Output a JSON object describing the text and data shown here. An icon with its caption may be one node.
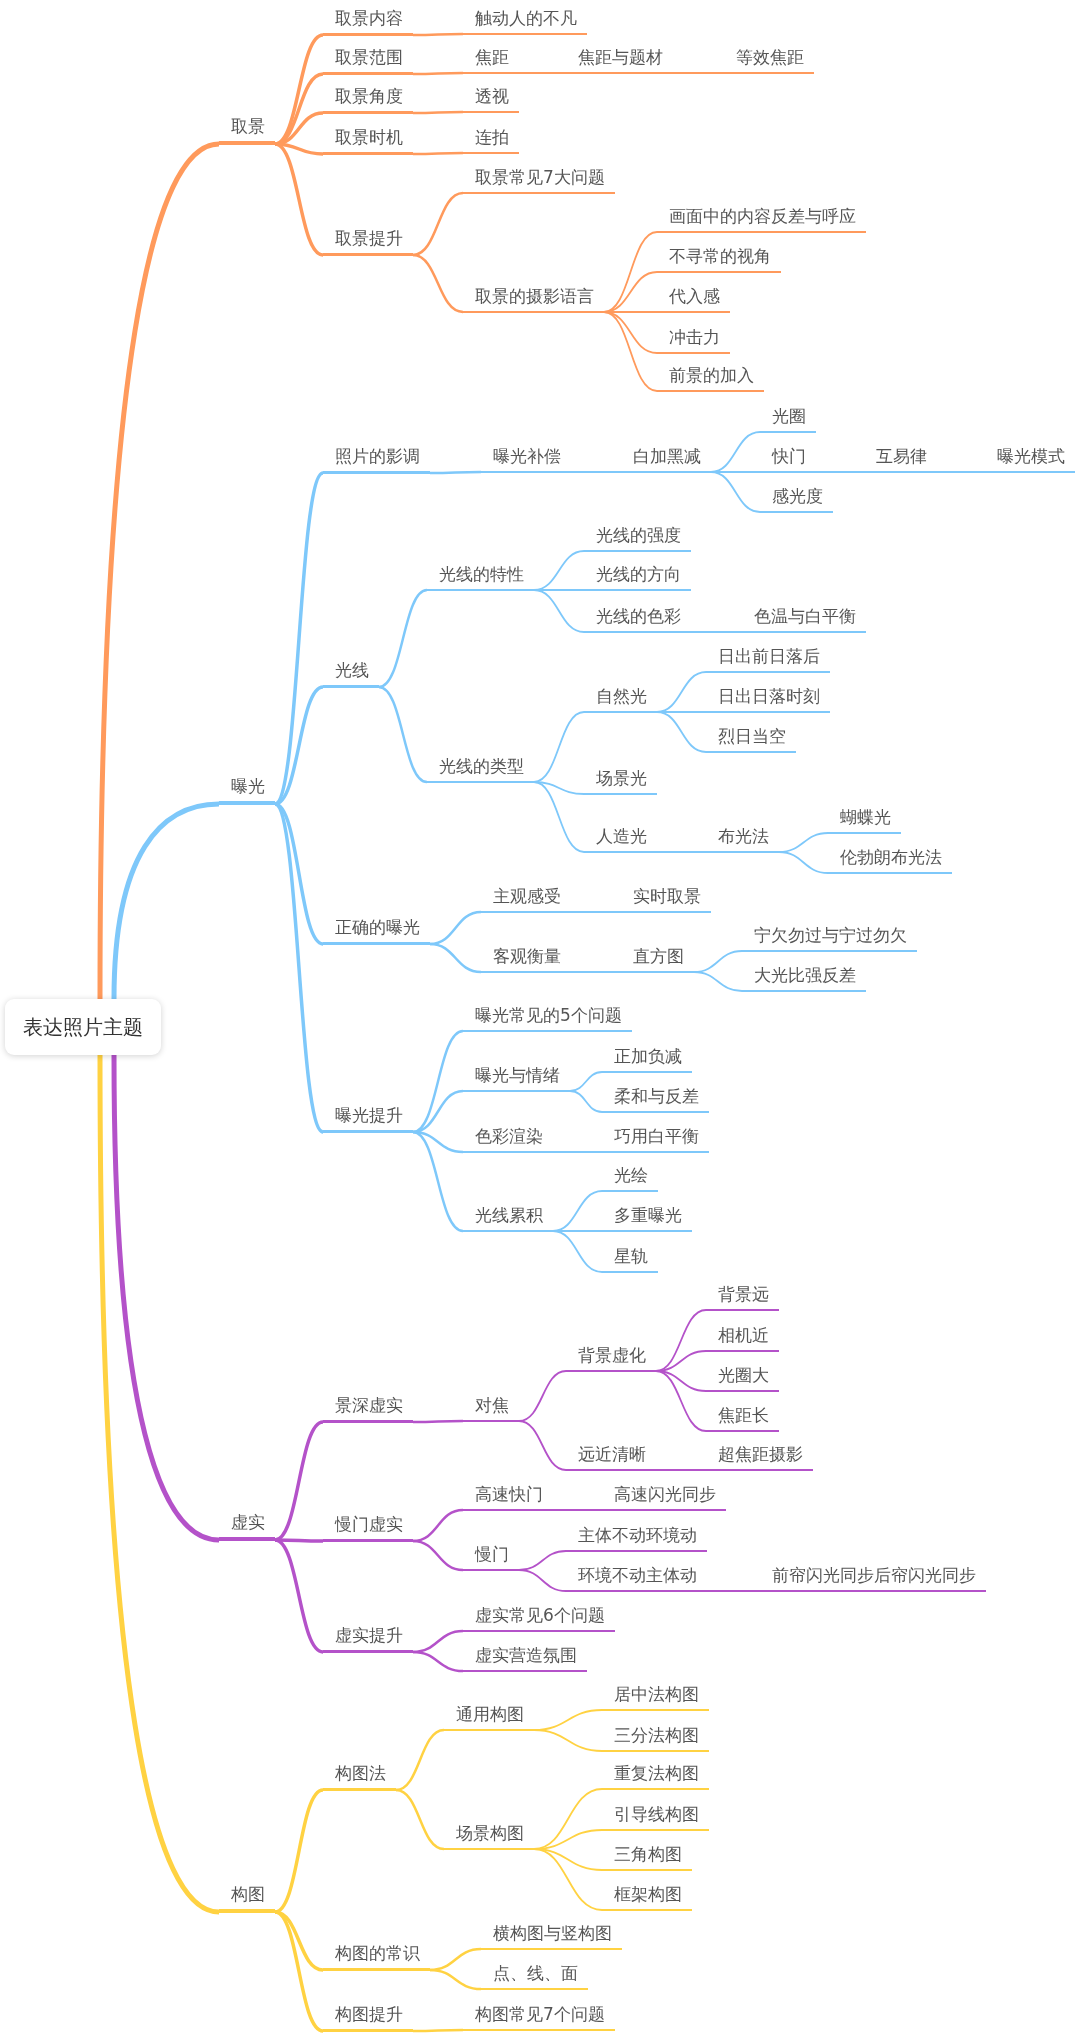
{
  "diagram": {
    "nodes": [
      {
        "text": [
          "表达照片主题"
        ]
      },
      {
        "text": [
          "取景"
        ]
      },
      {
        "text": [
          "取景内容"
        ]
      },
      {
        "text": [
          "触动人的不凡"
        ]
      },
      {
        "text": [
          "取景范围"
        ]
      },
      {
        "text": [
          "焦距"
        ]
      },
      {
        "text": [
          "焦距与题材"
        ]
      },
      {
        "text": [
          "等效焦距"
        ]
      },
      {
        "text": [
          "取景角度"
        ]
      },
      {
        "text": [
          "透视"
        ]
      },
      {
        "text": [
          "取景时机"
        ]
      },
      {
        "text": [
          "连拍"
        ]
      },
      {
        "text": [
          "取景提升"
        ]
      },
      {
        "text": [
          "取景常见7大问题"
        ]
      },
      {
        "text": [
          "取景的摄影语言"
        ]
      },
      {
        "text": [
          "画面中的内容反差与呼应"
        ]
      },
      {
        "text": [
          "不寻常的视角"
        ]
      },
      {
        "text": [
          "代入感"
        ]
      },
      {
        "text": [
          "冲击力"
        ]
      },
      {
        "text": [
          "前景的加入"
        ]
      },
      {
        "text": [
          "曝光"
        ]
      },
      {
        "text": [
          "照片的影调"
        ]
      },
      {
        "text": [
          "曝光补偿"
        ]
      },
      {
        "text": [
          "白加黑减"
        ]
      },
      {
        "text": [
          "光圈"
        ]
      },
      {
        "text": [
          "快门"
        ]
      },
      {
        "text": [
          "互易律"
        ]
      },
      {
        "text": [
          "曝光模式"
        ]
      },
      {
        "text": [
          "感光度"
        ]
      },
      {
        "text": [
          "光线"
        ]
      },
      {
        "text": [
          "光线的特性"
        ]
      },
      {
        "text": [
          "光线的强度"
        ]
      },
      {
        "text": [
          "光线的方向"
        ]
      },
      {
        "text": [
          "光线的色彩"
        ]
      },
      {
        "text": [
          "色温与白平衡"
        ]
      },
      {
        "text": [
          "光线的类型"
        ]
      },
      {
        "text": [
          "自然光"
        ]
      },
      {
        "text": [
          "日出前日落后"
        ]
      },
      {
        "text": [
          "日出日落时刻"
        ]
      },
      {
        "text": [
          "烈日当空"
        ]
      },
      {
        "text": [
          "场景光"
        ]
      },
      {
        "text": [
          "人造光"
        ]
      },
      {
        "text": [
          "布光法"
        ]
      },
      {
        "text": [
          "蝴蝶光"
        ]
      },
      {
        "text": [
          "伦勃朗布光法"
        ]
      },
      {
        "text": [
          "正确的曝光"
        ]
      },
      {
        "text": [
          "主观感受"
        ]
      },
      {
        "text": [
          "实时取景"
        ]
      },
      {
        "text": [
          "客观衡量"
        ]
      },
      {
        "text": [
          "直方图"
        ]
      },
      {
        "text": [
          "宁欠勿过与宁过勿欠"
        ]
      },
      {
        "text": [
          "大光比强反差"
        ]
      },
      {
        "text": [
          "曝光提升"
        ]
      },
      {
        "text": [
          "曝光常见的5个问题"
        ]
      },
      {
        "text": [
          "曝光与情绪"
        ]
      },
      {
        "text": [
          "正加负减"
        ]
      },
      {
        "text": [
          "柔和与反差"
        ]
      },
      {
        "text": [
          "色彩渲染"
        ]
      },
      {
        "text": [
          "巧用白平衡"
        ]
      },
      {
        "text": [
          "光线累积"
        ]
      },
      {
        "text": [
          "光绘"
        ]
      },
      {
        "text": [
          "多重曝光"
        ]
      },
      {
        "text": [
          "星轨"
        ]
      },
      {
        "text": [
          "虚实"
        ]
      },
      {
        "text": [
          "景深虚实"
        ]
      },
      {
        "text": [
          "对焦"
        ]
      },
      {
        "text": [
          "背景虚化"
        ]
      },
      {
        "text": [
          "背景远"
        ]
      },
      {
        "text": [
          "相机近"
        ]
      },
      {
        "text": [
          "光圈大"
        ]
      },
      {
        "text": [
          "焦距长"
        ]
      },
      {
        "text": [
          "远近清晰"
        ]
      },
      {
        "text": [
          "超焦距摄影"
        ]
      },
      {
        "text": [
          "慢门虚实"
        ]
      },
      {
        "text": [
          "高速快门"
        ]
      },
      {
        "text": [
          "高速闪光同步"
        ]
      },
      {
        "text": [
          "慢门"
        ]
      },
      {
        "text": [
          "主体不动环境动"
        ]
      },
      {
        "text": [
          "环境不动主体动"
        ]
      },
      {
        "text": [
          "前帘闪光同步后帘闪光同步"
        ]
      },
      {
        "text": [
          "虚实提升"
        ]
      },
      {
        "text": [
          "虚实常见6个问题"
        ]
      },
      {
        "text": [
          "虚实营造氛围"
        ]
      },
      {
        "text": [
          "构图"
        ]
      },
      {
        "text": [
          "构图法"
        ]
      },
      {
        "text": [
          "通用构图"
        ]
      },
      {
        "text": [
          "居中法构图"
        ]
      },
      {
        "text": [
          "三分法构图"
        ]
      },
      {
        "text": [
          "场景构图"
        ]
      },
      {
        "text": [
          "重复法构图"
        ]
      },
      {
        "text": [
          "引导线构图"
        ]
      },
      {
        "text": [
          "三角构图"
        ]
      },
      {
        "text": [
          "框架构图"
        ]
      },
      {
        "text": [
          "构图的常识"
        ]
      },
      {
        "text": [
          "横构图与竖构图"
        ]
      },
      {
        "text": [
          "点、线、面"
        ]
      },
      {
        "text": [
          "构图提升"
        ]
      },
      {
        "text": [
          "构图常见7个问题"
        ]
      }
    ],
    "edges": [
      {
        "from": 0,
        "to": 1,
        "arrow": "none",
        "style": "thick",
        "color": "#ff9a5c"
      },
      {
        "from": 1,
        "to": 2,
        "arrow": "none",
        "color": "#ff9a5c"
      },
      {
        "from": 2,
        "to": 3,
        "arrow": "none",
        "color": "#ff9a5c"
      },
      {
        "from": 1,
        "to": 4,
        "arrow": "none",
        "color": "#ff9a5c"
      },
      {
        "from": 4,
        "to": 5,
        "arrow": "none",
        "color": "#ff9a5c"
      },
      {
        "from": 5,
        "to": 6,
        "arrow": "none",
        "color": "#ff9a5c"
      },
      {
        "from": 6,
        "to": 7,
        "arrow": "none",
        "color": "#ff9a5c"
      },
      {
        "from": 1,
        "to": 8,
        "arrow": "none",
        "color": "#ff9a5c"
      },
      {
        "from": 8,
        "to": 9,
        "arrow": "none",
        "color": "#ff9a5c"
      },
      {
        "from": 1,
        "to": 10,
        "arrow": "none",
        "color": "#ff9a5c"
      },
      {
        "from": 10,
        "to": 11,
        "arrow": "none",
        "color": "#ff9a5c"
      },
      {
        "from": 1,
        "to": 12,
        "arrow": "none",
        "color": "#ff9a5c"
      },
      {
        "from": 12,
        "to": 13,
        "arrow": "none",
        "color": "#ff9a5c"
      },
      {
        "from": 12,
        "to": 14,
        "arrow": "none",
        "color": "#ff9a5c"
      },
      {
        "from": 14,
        "to": 15,
        "arrow": "none",
        "color": "#ff9a5c"
      },
      {
        "from": 14,
        "to": 16,
        "arrow": "none",
        "color": "#ff9a5c"
      },
      {
        "from": 14,
        "to": 17,
        "arrow": "none",
        "color": "#ff9a5c"
      },
      {
        "from": 14,
        "to": 18,
        "arrow": "none",
        "color": "#ff9a5c"
      },
      {
        "from": 14,
        "to": 19,
        "arrow": "none",
        "color": "#ff9a5c"
      },
      {
        "from": 0,
        "to": 20,
        "arrow": "none",
        "style": "thick"
      },
      {
        "from": 20,
        "to": 21,
        "arrow": "none"
      },
      {
        "from": 21,
        "to": 22,
        "arrow": "none"
      },
      {
        "from": 22,
        "to": 23,
        "arrow": "none"
      },
      {
        "from": 23,
        "to": 24,
        "arrow": "none"
      },
      {
        "from": 23,
        "to": 25,
        "arrow": "none"
      },
      {
        "from": 25,
        "to": 26,
        "arrow": "none"
      },
      {
        "from": 26,
        "to": 27,
        "arrow": "none"
      },
      {
        "from": 23,
        "to": 28,
        "arrow": "none"
      },
      {
        "from": 20,
        "to": 29,
        "arrow": "none"
      },
      {
        "from": 29,
        "to": 30,
        "arrow": "none"
      },
      {
        "from": 30,
        "to": 31,
        "arrow": "none"
      },
      {
        "from": 30,
        "to": 32,
        "arrow": "none"
      },
      {
        "from": 30,
        "to": 33,
        "arrow": "none"
      },
      {
        "from": 33,
        "to": 34,
        "arrow": "none"
      },
      {
        "from": 29,
        "to": 35,
        "arrow": "none"
      },
      {
        "from": 35,
        "to": 36,
        "arrow": "none"
      },
      {
        "from": 36,
        "to": 37,
        "arrow": "none"
      },
      {
        "from": 36,
        "to": 38,
        "arrow": "none"
      },
      {
        "from": 36,
        "to": 39,
        "arrow": "none"
      },
      {
        "from": 35,
        "to": 40,
        "arrow": "none"
      },
      {
        "from": 35,
        "to": 41,
        "arrow": "none"
      },
      {
        "from": 41,
        "to": 42,
        "arrow": "none"
      },
      {
        "from": 42,
        "to": 43,
        "arrow": "none"
      },
      {
        "from": 42,
        "to": 44,
        "arrow": "none"
      },
      {
        "from": 20,
        "to": 45,
        "arrow": "none"
      },
      {
        "from": 45,
        "to": 46,
        "arrow": "none"
      },
      {
        "from": 46,
        "to": 47,
        "arrow": "none"
      },
      {
        "from": 45,
        "to": 48,
        "arrow": "none"
      },
      {
        "from": 48,
        "to": 49,
        "arrow": "none"
      },
      {
        "from": 49,
        "to": 50,
        "arrow": "none"
      },
      {
        "from": 49,
        "to": 51,
        "arrow": "none"
      },
      {
        "from": 20,
        "to": 52,
        "arrow": "none"
      },
      {
        "from": 52,
        "to": 53,
        "arrow": "none"
      },
      {
        "from": 52,
        "to": 54,
        "arrow": "none"
      },
      {
        "from": 54,
        "to": 55,
        "arrow": "none"
      },
      {
        "from": 54,
        "to": 56,
        "arrow": "none"
      },
      {
        "from": 52,
        "to": 57,
        "arrow": "none"
      },
      {
        "from": 57,
        "to": 58,
        "arrow": "none"
      },
      {
        "from": 52,
        "to": 59,
        "arrow": "none"
      },
      {
        "from": 59,
        "to": 60,
        "arrow": "none"
      },
      {
        "from": 59,
        "to": 61,
        "arrow": "none"
      },
      {
        "from": 59,
        "to": 62,
        "arrow": "none"
      },
      {
        "from": 0,
        "to": 63,
        "arrow": "none",
        "style": "thick",
        "color": "#b452c9"
      },
      {
        "from": 63,
        "to": 64,
        "arrow": "none",
        "color": "#b452c9"
      },
      {
        "from": 64,
        "to": 65,
        "arrow": "none",
        "color": "#b452c9"
      },
      {
        "from": 65,
        "to": 66,
        "arrow": "none",
        "color": "#b452c9"
      },
      {
        "from": 66,
        "to": 67,
        "arrow": "none",
        "color": "#b452c9"
      },
      {
        "from": 66,
        "to": 68,
        "arrow": "none",
        "color": "#b452c9"
      },
      {
        "from": 66,
        "to": 69,
        "arrow": "none",
        "color": "#b452c9"
      },
      {
        "from": 66,
        "to": 70,
        "arrow": "none",
        "color": "#b452c9"
      },
      {
        "from": 65,
        "to": 71,
        "arrow": "none",
        "color": "#b452c9"
      },
      {
        "from": 71,
        "to": 72,
        "arrow": "none",
        "color": "#b452c9"
      },
      {
        "from": 63,
        "to": 73,
        "arrow": "none",
        "color": "#b452c9"
      },
      {
        "from": 73,
        "to": 74,
        "arrow": "none",
        "color": "#b452c9"
      },
      {
        "from": 74,
        "to": 75,
        "arrow": "none",
        "color": "#b452c9"
      },
      {
        "from": 73,
        "to": 76,
        "arrow": "none",
        "color": "#b452c9"
      },
      {
        "from": 76,
        "to": 77,
        "arrow": "none",
        "color": "#b452c9"
      },
      {
        "from": 76,
        "to": 78,
        "arrow": "none",
        "color": "#b452c9"
      },
      {
        "from": 78,
        "to": 79,
        "arrow": "none",
        "color": "#b452c9"
      },
      {
        "from": 63,
        "to": 80,
        "arrow": "none",
        "color": "#b452c9"
      },
      {
        "from": 80,
        "to": 81,
        "arrow": "none",
        "color": "#b452c9"
      },
      {
        "from": 80,
        "to": 82,
        "arrow": "none",
        "color": "#b452c9"
      },
      {
        "from": 0,
        "to": 83,
        "arrow": "none",
        "style": "thick",
        "color": "#ffd242"
      },
      {
        "from": 83,
        "to": 84,
        "arrow": "none",
        "color": "#ffd242"
      },
      {
        "from": 84,
        "to": 85,
        "arrow": "none",
        "color": "#ffd242"
      },
      {
        "from": 85,
        "to": 86,
        "arrow": "none",
        "color": "#ffd242"
      },
      {
        "from": 85,
        "to": 87,
        "arrow": "none",
        "color": "#ffd242"
      },
      {
        "from": 84,
        "to": 88,
        "arrow": "none",
        "color": "#ffd242"
      },
      {
        "from": 88,
        "to": 89,
        "arrow": "none",
        "color": "#ffd242"
      },
      {
        "from": 88,
        "to": 90,
        "arrow": "none",
        "color": "#ffd242"
      },
      {
        "from": 88,
        "to": 91,
        "arrow": "none",
        "color": "#ffd242"
      },
      {
        "from": 88,
        "to": 92,
        "arrow": "none",
        "color": "#ffd242"
      },
      {
        "from": 83,
        "to": 93,
        "arrow": "none",
        "color": "#ffd242"
      },
      {
        "from": 93,
        "to": 94,
        "arrow": "none",
        "color": "#ffd242"
      },
      {
        "from": 93,
        "to": 95,
        "arrow": "none",
        "color": "#ffd242"
      },
      {
        "from": 83,
        "to": 96,
        "arrow": "none",
        "color": "#ffd242"
      },
      {
        "from": 96,
        "to": 97,
        "arrow": "none",
        "color": "#ffd242"
      }
    ]
  }
}
